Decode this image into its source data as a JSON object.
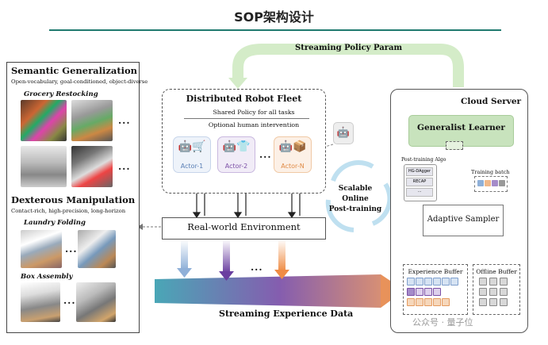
{
  "page": {
    "title": "SOP架构设计"
  },
  "left_panel": {
    "semantic_title": "Semantic Generalization",
    "semantic_sub": "Open-vocabulary, goal-conditioned, object-diverse",
    "grocery_label": "Grocery Restocking",
    "dexterous_title": "Dexterous Manipulation",
    "dexterous_sub": "Contact-rich, high-precision, long-horizon",
    "laundry_label": "Laundry Folding",
    "box_label": "Box Assembly",
    "ellipsis": "..."
  },
  "fleet": {
    "title": "Distributed Robot Fleet",
    "shared_policy": "Shared Policy for all tasks",
    "human_intervention": "Optional human intervention",
    "actors": [
      {
        "label": "Actor-1",
        "icon": "robot-cart-icon",
        "color": "#9db7d9"
      },
      {
        "label": "Actor-2",
        "icon": "robot-shirt-icon",
        "color": "#a58bc9"
      },
      {
        "label": "Actor-N",
        "icon": "robot-box-icon",
        "color": "#f0b98a"
      }
    ],
    "ellipsis": "..."
  },
  "environment": {
    "label": "Real-world Environment"
  },
  "streaming_policy": {
    "label": "Streaming Policy Param"
  },
  "post_training": {
    "line1": "Scalable",
    "line2": "Online",
    "line3": "Post-training"
  },
  "experience_data": {
    "label": "Streaming Experience Data"
  },
  "cloud": {
    "title": "Cloud Server",
    "learner": "Generalist Learner",
    "algo_title": "Post-training Algo",
    "algos": [
      "HG-DAgger",
      "RECAP",
      "..."
    ],
    "training_batch": "Training batch",
    "sampler": "Adaptive Sampler",
    "experience_buffer": "Experience Buffer",
    "offline_buffer": "Offline Buffer"
  },
  "watermark": {
    "text": "公众号 · 量子位"
  },
  "colors": {
    "accent_teal": "#1f7a6f",
    "learner_green": "#c8e3bd",
    "arrow_green": "#d4ecc8",
    "actor_blue": "#9db7d9",
    "actor_purple": "#7b4fa6",
    "actor_orange": "#f0a060"
  }
}
